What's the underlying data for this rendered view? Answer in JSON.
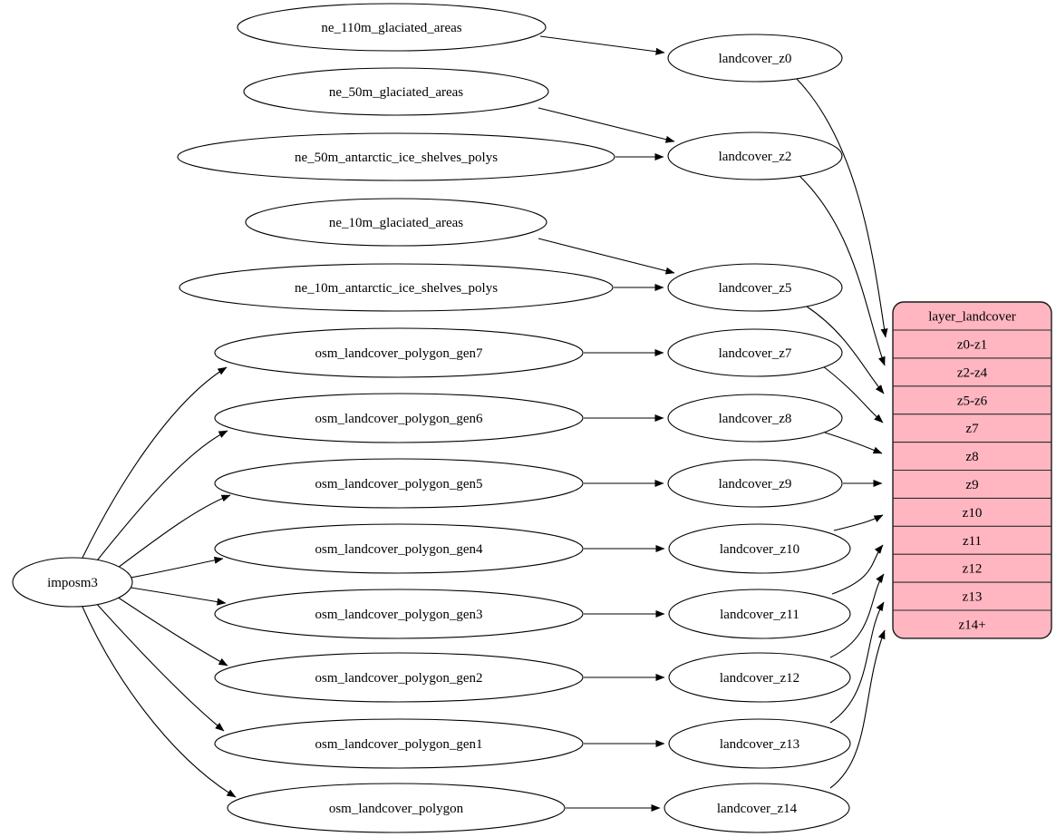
{
  "diagram": {
    "kind": "dependency-graph",
    "colors": {
      "background": "#ffffff",
      "node_fill": "#ffffff",
      "edge_stroke": "#000000",
      "table_fill": "#ffb6c1",
      "table_stroke": "#1a1a1a"
    },
    "nodes": [
      {
        "id": "imposm3",
        "label": "imposm3"
      },
      {
        "id": "ne_110m_glaciated_areas",
        "label": "ne_110m_glaciated_areas"
      },
      {
        "id": "ne_50m_glaciated_areas",
        "label": "ne_50m_glaciated_areas"
      },
      {
        "id": "ne_50m_antarctic_ice_shelves_polys",
        "label": "ne_50m_antarctic_ice_shelves_polys"
      },
      {
        "id": "ne_10m_glaciated_areas",
        "label": "ne_10m_glaciated_areas"
      },
      {
        "id": "ne_10m_antarctic_ice_shelves_polys",
        "label": "ne_10m_antarctic_ice_shelves_polys"
      },
      {
        "id": "osm_landcover_polygon_gen7",
        "label": "osm_landcover_polygon_gen7"
      },
      {
        "id": "osm_landcover_polygon_gen6",
        "label": "osm_landcover_polygon_gen6"
      },
      {
        "id": "osm_landcover_polygon_gen5",
        "label": "osm_landcover_polygon_gen5"
      },
      {
        "id": "osm_landcover_polygon_gen4",
        "label": "osm_landcover_polygon_gen4"
      },
      {
        "id": "osm_landcover_polygon_gen3",
        "label": "osm_landcover_polygon_gen3"
      },
      {
        "id": "osm_landcover_polygon_gen2",
        "label": "osm_landcover_polygon_gen2"
      },
      {
        "id": "osm_landcover_polygon_gen1",
        "label": "osm_landcover_polygon_gen1"
      },
      {
        "id": "osm_landcover_polygon",
        "label": "osm_landcover_polygon"
      },
      {
        "id": "landcover_z0",
        "label": "landcover_z0"
      },
      {
        "id": "landcover_z2",
        "label": "landcover_z2"
      },
      {
        "id": "landcover_z5",
        "label": "landcover_z5"
      },
      {
        "id": "landcover_z7",
        "label": "landcover_z7"
      },
      {
        "id": "landcover_z8",
        "label": "landcover_z8"
      },
      {
        "id": "landcover_z9",
        "label": "landcover_z9"
      },
      {
        "id": "landcover_z10",
        "label": "landcover_z10"
      },
      {
        "id": "landcover_z11",
        "label": "landcover_z11"
      },
      {
        "id": "landcover_z12",
        "label": "landcover_z12"
      },
      {
        "id": "landcover_z13",
        "label": "landcover_z13"
      },
      {
        "id": "landcover_z14",
        "label": "landcover_z14"
      }
    ],
    "table": {
      "id": "layer_landcover",
      "header": "layer_landcover",
      "rows": [
        "z0-z1",
        "z2-z4",
        "z5-z6",
        "z7",
        "z8",
        "z9",
        "z10",
        "z11",
        "z12",
        "z13",
        "z14+"
      ]
    },
    "edges": [
      {
        "from": "imposm3",
        "to": "osm_landcover_polygon_gen7"
      },
      {
        "from": "imposm3",
        "to": "osm_landcover_polygon_gen6"
      },
      {
        "from": "imposm3",
        "to": "osm_landcover_polygon_gen5"
      },
      {
        "from": "imposm3",
        "to": "osm_landcover_polygon_gen4"
      },
      {
        "from": "imposm3",
        "to": "osm_landcover_polygon_gen3"
      },
      {
        "from": "imposm3",
        "to": "osm_landcover_polygon_gen2"
      },
      {
        "from": "imposm3",
        "to": "osm_landcover_polygon_gen1"
      },
      {
        "from": "imposm3",
        "to": "osm_landcover_polygon"
      },
      {
        "from": "ne_110m_glaciated_areas",
        "to": "landcover_z0"
      },
      {
        "from": "ne_50m_glaciated_areas",
        "to": "landcover_z2"
      },
      {
        "from": "ne_50m_antarctic_ice_shelves_polys",
        "to": "landcover_z2"
      },
      {
        "from": "ne_10m_glaciated_areas",
        "to": "landcover_z5"
      },
      {
        "from": "ne_10m_antarctic_ice_shelves_polys",
        "to": "landcover_z5"
      },
      {
        "from": "osm_landcover_polygon_gen7",
        "to": "landcover_z7"
      },
      {
        "from": "osm_landcover_polygon_gen6",
        "to": "landcover_z8"
      },
      {
        "from": "osm_landcover_polygon_gen5",
        "to": "landcover_z9"
      },
      {
        "from": "osm_landcover_polygon_gen4",
        "to": "landcover_z10"
      },
      {
        "from": "osm_landcover_polygon_gen3",
        "to": "landcover_z11"
      },
      {
        "from": "osm_landcover_polygon_gen2",
        "to": "landcover_z12"
      },
      {
        "from": "osm_landcover_polygon_gen1",
        "to": "landcover_z13"
      },
      {
        "from": "osm_landcover_polygon",
        "to": "landcover_z14"
      },
      {
        "from": "landcover_z0",
        "to": "layer_landcover:z0-z1"
      },
      {
        "from": "landcover_z2",
        "to": "layer_landcover:z2-z4"
      },
      {
        "from": "landcover_z5",
        "to": "layer_landcover:z5-z6"
      },
      {
        "from": "landcover_z7",
        "to": "layer_landcover:z7"
      },
      {
        "from": "landcover_z8",
        "to": "layer_landcover:z8"
      },
      {
        "from": "landcover_z9",
        "to": "layer_landcover:z9"
      },
      {
        "from": "landcover_z10",
        "to": "layer_landcover:z10"
      },
      {
        "from": "landcover_z11",
        "to": "layer_landcover:z11"
      },
      {
        "from": "landcover_z12",
        "to": "layer_landcover:z12"
      },
      {
        "from": "landcover_z13",
        "to": "layer_landcover:z13"
      },
      {
        "from": "landcover_z14",
        "to": "layer_landcover:z14+"
      }
    ]
  }
}
